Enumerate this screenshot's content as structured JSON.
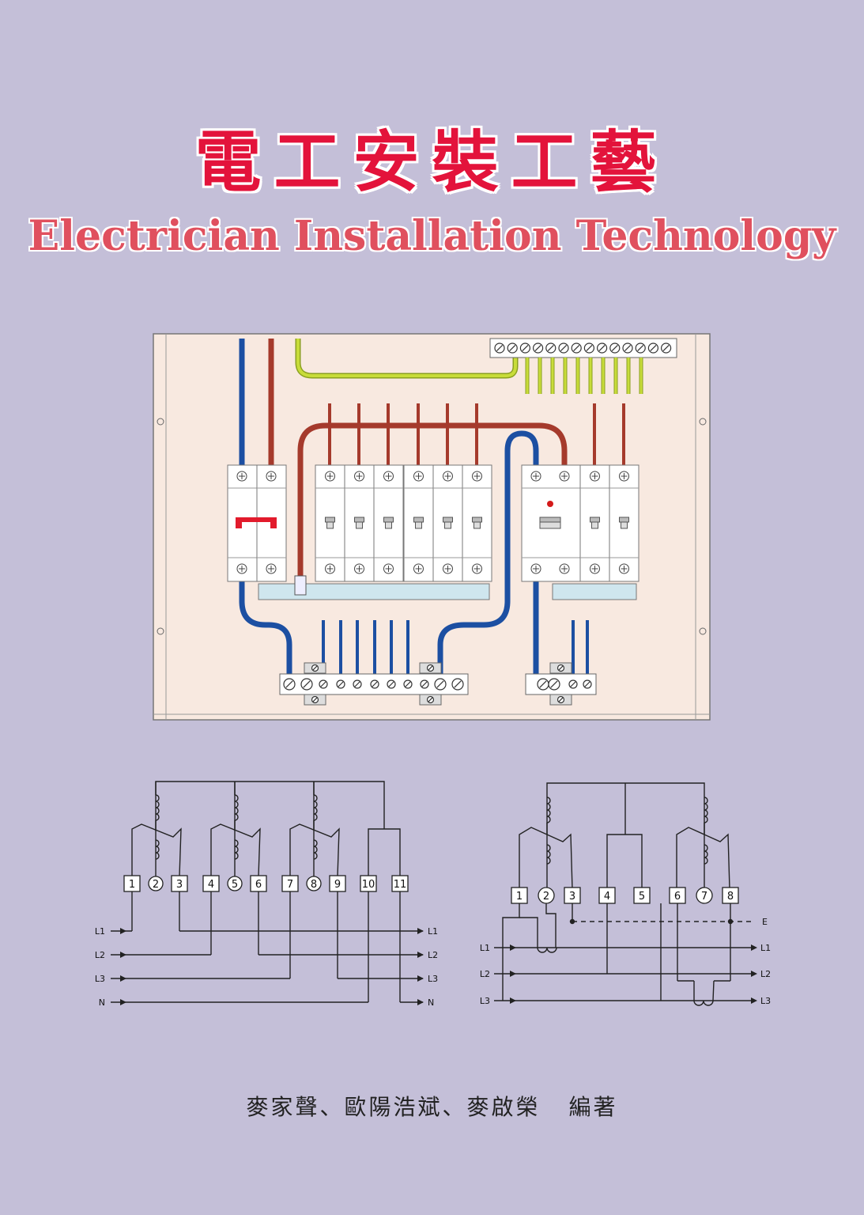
{
  "cover": {
    "title_cn": "電工安裝工藝",
    "title_en": "Electrician Installation Technology",
    "authors": "麥家聲、歐陽浩斌、麥啟榮",
    "byline": "編著"
  },
  "colors": {
    "background": "#c4bfd8",
    "title": "#e3133b",
    "panel": "#f8e9e0",
    "live_wire": "#a53a2c",
    "neutral_wire": "#1c4fa2",
    "earth_wire": "#b9cf2e"
  },
  "diagram_left": {
    "terminals": [
      "1",
      "2",
      "3",
      "4",
      "5",
      "6",
      "7",
      "8",
      "9",
      "10",
      "11"
    ],
    "in_lines": [
      "L1",
      "L2",
      "L3",
      "N"
    ],
    "out_lines": [
      "L1",
      "L2",
      "L3",
      "N"
    ]
  },
  "diagram_right": {
    "terminals": [
      "1",
      "2",
      "3",
      "4",
      "5",
      "6",
      "7",
      "8"
    ],
    "earth_label": "E",
    "in_lines": [
      "L1",
      "L2",
      "L3"
    ],
    "out_lines": [
      "L1",
      "L2",
      "L3"
    ]
  }
}
